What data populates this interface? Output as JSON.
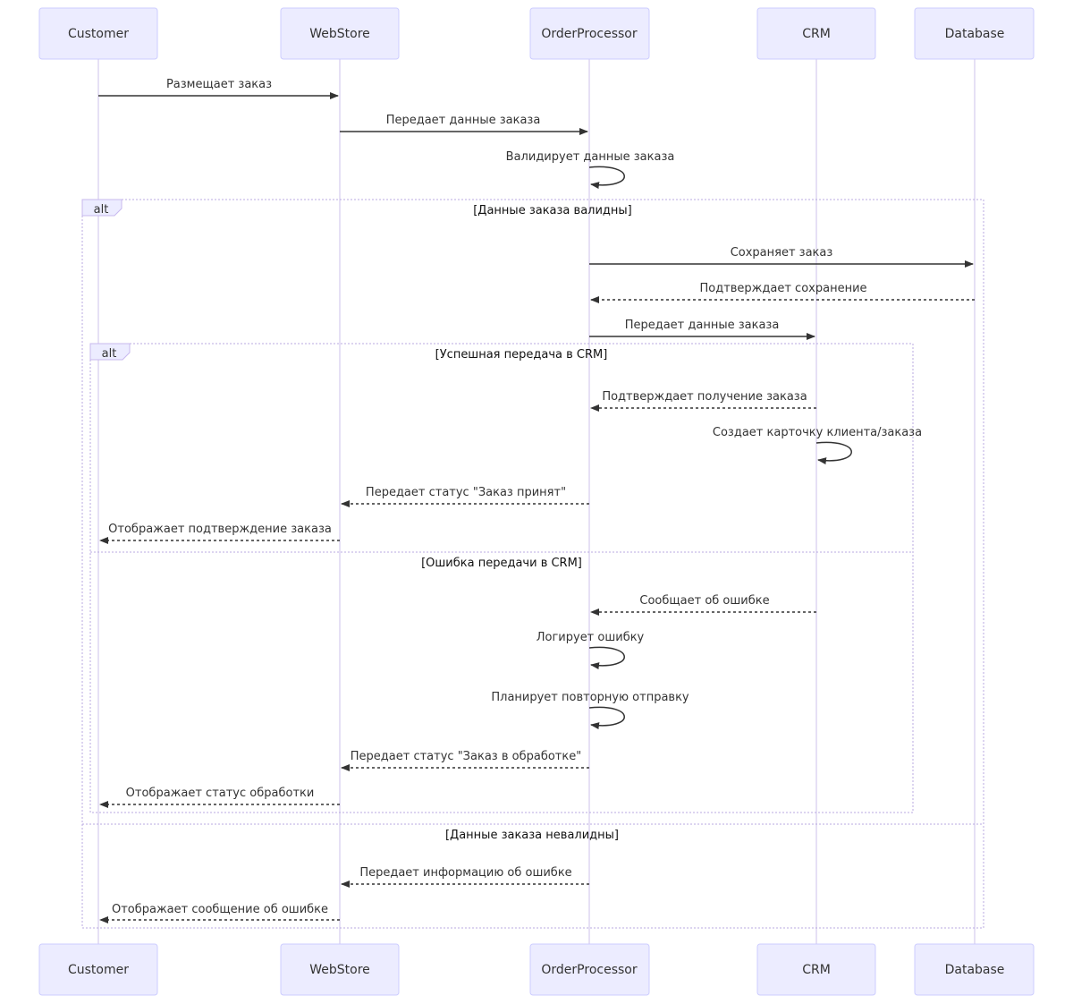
{
  "actors": [
    {
      "id": "customer",
      "label": "Customer"
    },
    {
      "id": "webstore",
      "label": "WebStore"
    },
    {
      "id": "orderprocessor",
      "label": "OrderProcessor"
    },
    {
      "id": "crm",
      "label": "CRM"
    },
    {
      "id": "database",
      "label": "Database"
    }
  ],
  "messages": [
    {
      "from": "customer",
      "to": "webstore",
      "text": "Размещает заказ",
      "style": "solid"
    },
    {
      "from": "webstore",
      "to": "orderprocessor",
      "text": "Передает данные заказа",
      "style": "solid"
    },
    {
      "from": "orderprocessor",
      "to": "orderprocessor",
      "text": "Валидирует данные заказа",
      "style": "solid"
    },
    {
      "from": "orderprocessor",
      "to": "database",
      "text": "Сохраняет заказ",
      "style": "solid"
    },
    {
      "from": "database",
      "to": "orderprocessor",
      "text": "Подтверждает сохранение",
      "style": "dotted"
    },
    {
      "from": "orderprocessor",
      "to": "crm",
      "text": "Передает данные заказа",
      "style": "solid"
    },
    {
      "from": "crm",
      "to": "orderprocessor",
      "text": "Подтверждает получение заказа",
      "style": "dotted"
    },
    {
      "from": "crm",
      "to": "crm",
      "text": "Создает карточку клиента/заказа",
      "style": "solid"
    },
    {
      "from": "orderprocessor",
      "to": "webstore",
      "text": "Передает статус \"Заказ принят\"",
      "style": "dotted"
    },
    {
      "from": "webstore",
      "to": "customer",
      "text": "Отображает подтверждение заказа",
      "style": "dotted"
    },
    {
      "from": "crm",
      "to": "orderprocessor",
      "text": "Сообщает об ошибке",
      "style": "dotted"
    },
    {
      "from": "orderprocessor",
      "to": "orderprocessor",
      "text": "Логирует ошибку",
      "style": "solid"
    },
    {
      "from": "orderprocessor",
      "to": "orderprocessor",
      "text": "Планирует повторную отправку",
      "style": "solid"
    },
    {
      "from": "orderprocessor",
      "to": "webstore",
      "text": "Передает статус \"Заказ в обработке\"",
      "style": "dotted"
    },
    {
      "from": "webstore",
      "to": "customer",
      "text": "Отображает статус обработки",
      "style": "dotted"
    },
    {
      "from": "orderprocessor",
      "to": "webstore",
      "text": "Передает информацию об ошибке",
      "style": "dotted"
    },
    {
      "from": "webstore",
      "to": "customer",
      "text": "Отображает сообщение об ошибке",
      "style": "dotted"
    }
  ],
  "frames": [
    {
      "type": "alt",
      "conditions": [
        "[Данные заказа валидны]",
        "[Данные заказа невалидны]"
      ]
    },
    {
      "type": "alt",
      "conditions": [
        "[Успешная передача в CRM]",
        "[Ошибка передачи в CRM]"
      ]
    }
  ],
  "colors": {
    "actor_fill": "#ECECFF",
    "actor_border": "#CCCCFF",
    "lifeline": "#D6CCEE",
    "frame": "#B8A9E0",
    "text": "#333333"
  }
}
